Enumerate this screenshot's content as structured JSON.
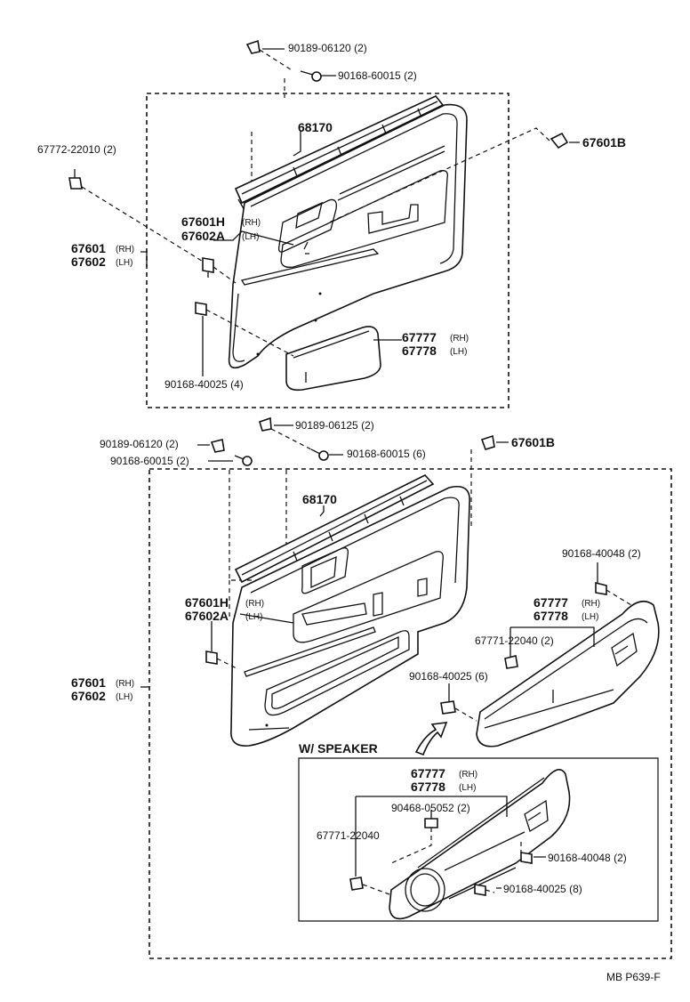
{
  "upper": {
    "clip_top": "90189-06120 (2)",
    "screw_top": "90168-60015 (2)",
    "retainer_strip": "68170",
    "clip_left": "67772-22010 (2)",
    "clip_right": "67601B",
    "inner_h": "67601H",
    "inner_h_side": "(RH)",
    "inner_a": "67602A",
    "inner_a_side": "(LH)",
    "panel_rh": "67601",
    "panel_rh_side": "(RH)",
    "panel_lh": "67602",
    "panel_lh_side": "(LH)",
    "pocket_rh": "67777",
    "pocket_rh_side": "(RH)",
    "pocket_lh": "67778",
    "pocket_lh_side": "(LH)",
    "screw_bottom": "90168-40025 (4)"
  },
  "lower": {
    "clip_top": "90189-06125 (2)",
    "clip_left": "90189-06120 (2)",
    "screw_left": "90168-60015 (2)",
    "screw_top": "90168-60015 (6)",
    "clip_right": "67601B",
    "retainer_strip": "68170",
    "screw_pocket": "90168-40048 (2)",
    "pocket_rh": "67777",
    "pocket_rh_side": "(RH)",
    "pocket_lh": "67778",
    "pocket_lh_side": "(LH)",
    "inner_h": "67601H",
    "inner_h_side": "(RH)",
    "inner_a": "67602A",
    "inner_a_side": "(LH)",
    "bracket": "67771-22040 (2)",
    "panel_rh": "67601",
    "panel_rh_side": "(RH)",
    "panel_lh": "67602",
    "panel_lh_side": "(LH)",
    "screw_bottom": "90168-40025 (6)"
  },
  "speaker": {
    "title": "W/ SPEAKER",
    "pocket_rh": "67777",
    "pocket_rh_side": "(RH)",
    "pocket_lh": "67778",
    "pocket_lh_side": "(LH)",
    "nut": "90468-05052 (2)",
    "bracket": "67771-22040",
    "screw_right": "90168-40048 (2)",
    "screw_bottom": "90168-40025 (8)"
  },
  "footer": {
    "code": "MB  P639-F"
  }
}
